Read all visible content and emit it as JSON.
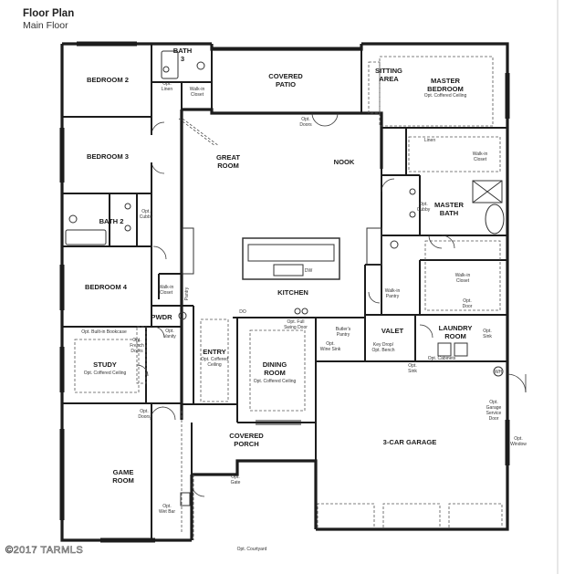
{
  "header": {
    "title": "Floor Plan",
    "subtitle": "Main Floor"
  },
  "rooms": {
    "bath3": [
      "BATH",
      "3"
    ],
    "bedroom2": "BEDROOM 2",
    "covered_patio": [
      "COVERED",
      "PATIO"
    ],
    "sitting_area": [
      "SITTING",
      "AREA"
    ],
    "master_bedroom": [
      "MASTER",
      "BEDROOM"
    ],
    "great_room": [
      "GREAT",
      "ROOM"
    ],
    "nook": "NOOK",
    "bedroom3": "BEDROOM 3",
    "bath2": "BATH 2",
    "master_bath": [
      "MASTER",
      "BATH"
    ],
    "bedroom4": "BEDROOM 4",
    "kitchen": "KITCHEN",
    "pwdr": "PWDR",
    "valet": "VALET",
    "laundry_room": [
      "LAUNDRY",
      "ROOM"
    ],
    "study": "STUDY",
    "entry": "ENTRY",
    "dining_room": [
      "DINING",
      "ROOM"
    ],
    "covered_porch": [
      "COVERED",
      "PORCH"
    ],
    "garage": "3-CAR GARAGE",
    "game_room": [
      "GAME",
      "ROOM"
    ]
  },
  "notes": {
    "opt_coffered_ceiling": "Opt. Coffered Ceiling",
    "opt_linen": [
      "Opt.",
      "Linen"
    ],
    "walkin_closet": [
      "Walk-in",
      "Closet"
    ],
    "opt_sliding_doors": [
      "Opt.",
      "Doors"
    ],
    "linen": "Linen",
    "opt_cubby": [
      "Opt.",
      "Cubby"
    ],
    "opt_door": [
      "Opt.",
      "Door"
    ],
    "opt_sink": [
      "Opt.",
      "Sink"
    ],
    "walkin_pantry": [
      "Walk-in",
      "Pantry"
    ],
    "pantry": "Pantry",
    "dw": "DW",
    "do": "DO",
    "opt_swing_door": [
      "Opt. Full",
      "Swing Door"
    ],
    "butlers_pantry": [
      "Butler's",
      "Pantry"
    ],
    "opt_wine_sink": [
      "Opt.",
      "Wine Sink"
    ],
    "key_drop": [
      "Key Drop/",
      "Opt. Bench"
    ],
    "opt_cabinets": "Opt. Cabinets",
    "opt_builtin_bookcase": "Opt. Built-in Bookcase",
    "opt_french_doors": [
      "Opt.",
      "French",
      "Doors"
    ],
    "opt_vanity": [
      "Opt.",
      "Vanity"
    ],
    "opt_coffered_ceiling_split": [
      "Opt. Coffered",
      "Ceiling"
    ],
    "opt_garage_service_door": [
      "Opt.",
      "Garage",
      "Service",
      "Door"
    ],
    "opt_window": [
      "Opt.",
      "Window"
    ],
    "opt_gate": [
      "Opt.",
      "Gate"
    ],
    "opt_wet_bar": [
      "Opt.",
      "Wet Bar"
    ],
    "opt_doors": [
      "Opt.",
      "Doors"
    ],
    "opt_courtyard": "Opt. Courtyard",
    "wh": "WH",
    "opt_laundry_sink": [
      "Opt.",
      "Sink"
    ]
  },
  "watermark": "©2017 TARMLS"
}
